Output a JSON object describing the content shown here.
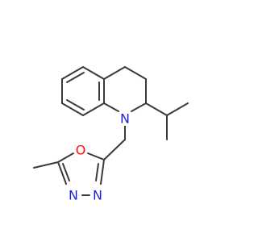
{
  "molecule": {
    "description_visible": "",
    "atoms": {
      "n1": {
        "symbol": "N",
        "color": "#1f1fd1"
      },
      "o1": {
        "symbol": "O",
        "color": "#ff0d0d"
      },
      "n2": {
        "symbol": "N",
        "color": "#1f1fd1"
      },
      "n3": {
        "symbol": "N",
        "color": "#1f1fd1"
      }
    },
    "bond_color": "#3a3a3a"
  }
}
